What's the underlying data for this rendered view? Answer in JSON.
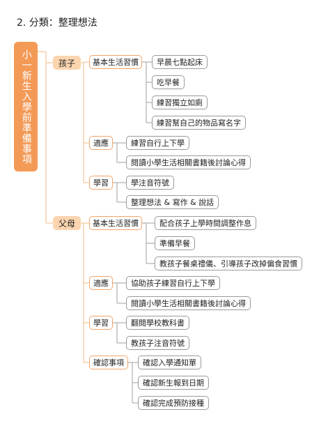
{
  "page_title": "2. 分類：整理想法",
  "root": {
    "label": "小一新生入學前準備事項"
  },
  "branches": [
    {
      "label": "孩子",
      "groups": [
        {
          "label": "基本生活習慣",
          "items": [
            "早晨七點起床",
            "吃早餐",
            "練習獨立如廁",
            "練習幫自己的物品寫名字"
          ]
        },
        {
          "label": "適應",
          "items": [
            "練習自行上下學",
            "閱讀小學生活相關書籍後討論心得"
          ]
        },
        {
          "label": "學習",
          "items": [
            "學注音符號",
            "整理想法 & 寫作 & 說話"
          ]
        }
      ]
    },
    {
      "label": "父母",
      "groups": [
        {
          "label": "基本生活習慣",
          "items": [
            "配合孩子上學時間調整作息",
            "準備早餐",
            "教孩子餐桌禮儀、引導孩子改掉偏食習慣"
          ]
        },
        {
          "label": "適應",
          "items": [
            "協助孩子練習自行上下學",
            "閱讀小學生活相關書籍後討論心得"
          ]
        },
        {
          "label": "學習",
          "items": [
            "翻閱學校教科書",
            "教孩子注音符號"
          ]
        },
        {
          "label": "確認事項",
          "items": [
            "確認入學通知單",
            "確認新生報到日期",
            "確認完成預防接種"
          ]
        }
      ]
    }
  ],
  "colors": {
    "root": "#f39a57",
    "level1_fill": "#fbd5b0",
    "level2_border": "#f2a46a",
    "level3_border": "#9a9a9a",
    "connector_orange": "#f5c9a0",
    "connector_gray": "#b5b5b5"
  }
}
